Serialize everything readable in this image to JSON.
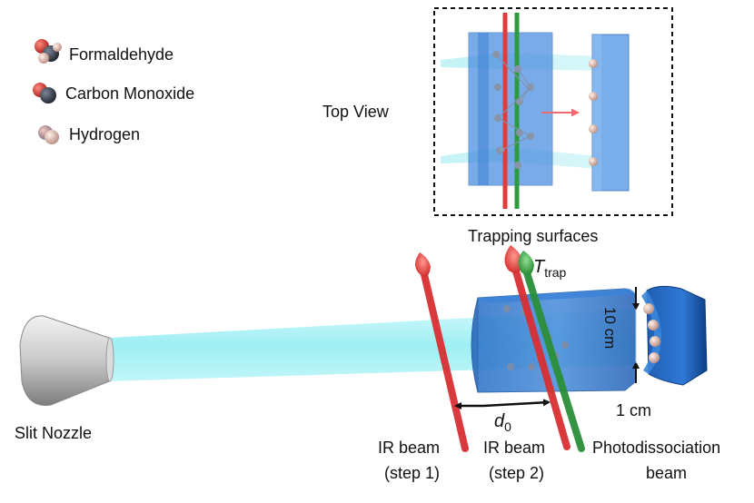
{
  "legend": {
    "items": [
      {
        "label": "Formaldehyde",
        "icon": "formaldehyde-molecule-icon"
      },
      {
        "label": "Carbon Monoxide",
        "icon": "carbon-monoxide-molecule-icon"
      },
      {
        "label": "Hydrogen",
        "icon": "hydrogen-molecule-icon"
      }
    ]
  },
  "inset": {
    "title": "Top View",
    "caption": "Trapping surfaces"
  },
  "labels": {
    "t_trap_symbol": "T",
    "t_trap_subscript": "trap",
    "distance_symbol": "d",
    "distance_subscript": "0",
    "gap_height": "10 cm",
    "gap_width": "1 cm",
    "nozzle": "Slit Nozzle",
    "ir1_line1": "IR beam",
    "ir1_line2": "(step 1)",
    "ir2_line1": "IR beam",
    "ir2_line2": "(step 2)",
    "photo_line1": "Photodissociation",
    "photo_line2": "beam"
  },
  "colors": {
    "ir_beam": "#e03c3c",
    "photodissociation_beam": "#2e9a3e",
    "molecular_beam": "#9ff0f4",
    "trap_surface": "#2a6fc9",
    "oxygen": "#d23a2e",
    "carbon": "#3a3f4a",
    "hydrogen": "#e8b8a8"
  }
}
